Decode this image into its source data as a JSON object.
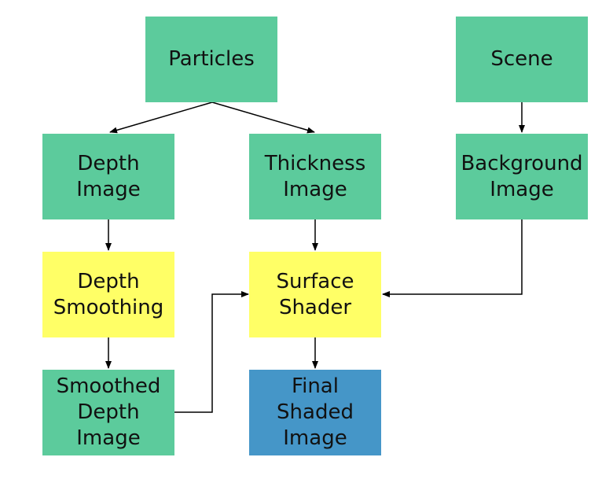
{
  "colors": {
    "data_node": "#5ccb9c",
    "process_node": "#ffff66",
    "output_node": "#4596c8",
    "arrow": "#000000"
  },
  "nodes": {
    "particles": {
      "label": "Particles",
      "kind": "data"
    },
    "scene": {
      "label": "Scene",
      "kind": "data"
    },
    "depth_image": {
      "label": "Depth\nImage",
      "kind": "data"
    },
    "thickness_image": {
      "label": "Thickness\nImage",
      "kind": "data"
    },
    "background_image": {
      "label": "Background\nImage",
      "kind": "data"
    },
    "depth_smoothing": {
      "label": "Depth\nSmoothing",
      "kind": "process"
    },
    "surface_shader": {
      "label": "Surface\nShader",
      "kind": "process"
    },
    "smoothed_depth_image": {
      "label": "Smoothed\nDepth\nImage",
      "kind": "data"
    },
    "final_shaded_image": {
      "label": "Final\nShaded\nImage",
      "kind": "output"
    }
  },
  "edges": [
    {
      "from": "particles",
      "to": "depth_image"
    },
    {
      "from": "particles",
      "to": "thickness_image"
    },
    {
      "from": "scene",
      "to": "background_image"
    },
    {
      "from": "depth_image",
      "to": "depth_smoothing"
    },
    {
      "from": "thickness_image",
      "to": "surface_shader"
    },
    {
      "from": "background_image",
      "to": "surface_shader"
    },
    {
      "from": "depth_smoothing",
      "to": "smoothed_depth_image"
    },
    {
      "from": "smoothed_depth_image",
      "to": "surface_shader"
    },
    {
      "from": "surface_shader",
      "to": "final_shaded_image"
    }
  ]
}
